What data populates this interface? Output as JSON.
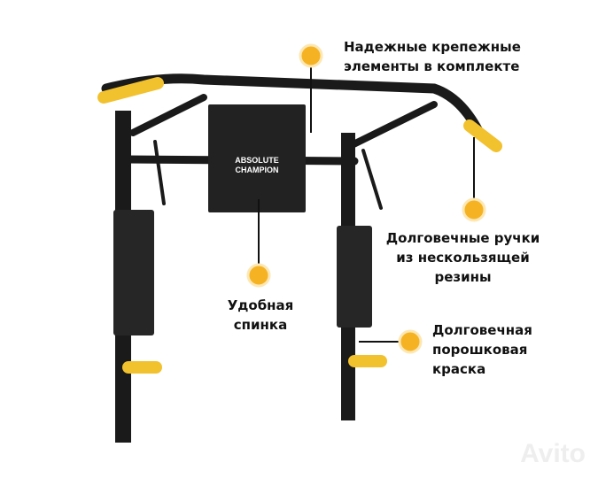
{
  "brand_logo": "ABSOLUTE CHAMPION",
  "watermark": "Avito",
  "colors": {
    "accent": "#f5b324",
    "frame": "#1a1a1a",
    "grip": "#f2c12e"
  },
  "callouts": [
    {
      "text": "Надежные крепежные\nэлементы в комплекте"
    },
    {
      "text": "Долговечные ручки\nиз нескользящей\nрезины"
    },
    {
      "text": "Удобная\nспинка"
    },
    {
      "text": "Долговечная\nпорошковая\nкраска"
    }
  ]
}
